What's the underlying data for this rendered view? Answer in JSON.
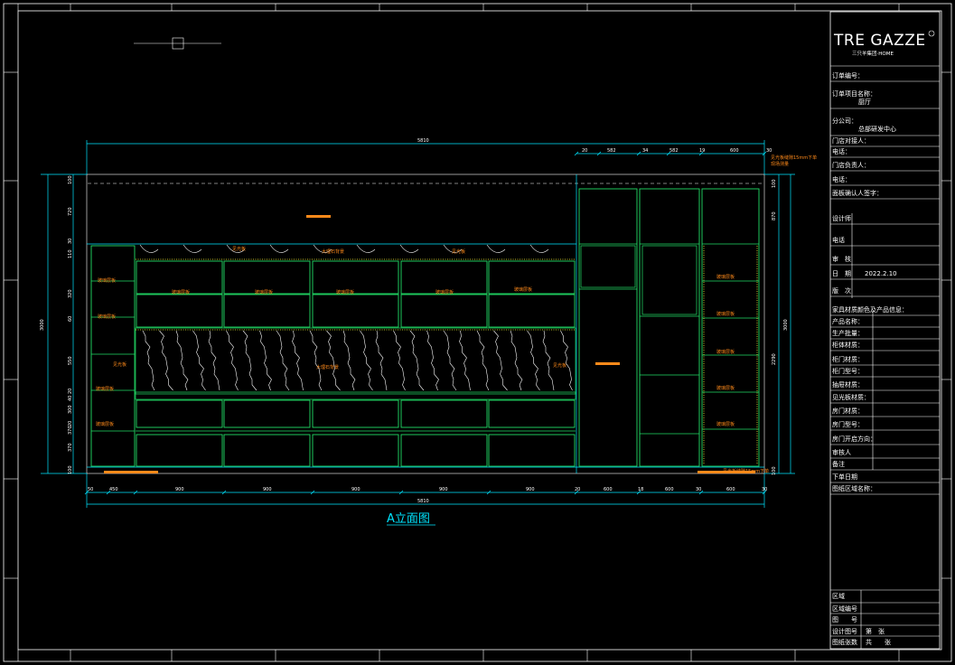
{
  "title_block": {
    "logo_main": "TRE GAZZE",
    "logo_sub": "三只羊集团·HOME",
    "fields": [
      {
        "label": "订单编号：",
        "value": ""
      },
      {
        "label": "订单项目名称：",
        "value": "厨厅"
      },
      {
        "label": "分公司：",
        "value": "总部研发中心"
      },
      {
        "label": "门店对接人：",
        "value": ""
      },
      {
        "label": "电话：",
        "value": ""
      },
      {
        "label": "门店负责人：",
        "value": ""
      },
      {
        "label": "电话：",
        "value": ""
      },
      {
        "label": "面板确认人签字：",
        "value": ""
      },
      {
        "label": "设计师",
        "value": ""
      },
      {
        "label": "电话",
        "value": ""
      },
      {
        "label": "审　核",
        "value": ""
      },
      {
        "label": "日　期",
        "value": "2022.2.10"
      },
      {
        "label": "版　次",
        "value": ""
      },
      {
        "label": "家具材质颜色及产品信息：",
        "value": ""
      },
      {
        "label": "产品名称：",
        "value": ""
      },
      {
        "label": "生产批量：",
        "value": ""
      },
      {
        "label": "柜体材质：",
        "value": ""
      },
      {
        "label": "柜门材质：",
        "value": ""
      },
      {
        "label": "柜门型号：",
        "value": ""
      },
      {
        "label": "抽屉材质：",
        "value": ""
      },
      {
        "label": "见光板材质：",
        "value": ""
      },
      {
        "label": "房门材质：",
        "value": ""
      },
      {
        "label": "房门型号：",
        "value": ""
      },
      {
        "label": "房门开启方向：",
        "value": ""
      },
      {
        "label": "审核人",
        "value": ""
      },
      {
        "label": "备注",
        "value": ""
      },
      {
        "label": "下单日期",
        "value": ""
      },
      {
        "label": "图纸区域名称：",
        "value": ""
      }
    ],
    "bottom_fields": [
      {
        "label": "区域",
        "value": ""
      },
      {
        "label": "区域编号",
        "value": ""
      },
      {
        "label": "图　　号",
        "value": ""
      },
      {
        "label": "设计图号",
        "value": "第　张"
      },
      {
        "label": "图纸张数",
        "value": "共　　张"
      }
    ]
  },
  "drawing": {
    "title": "A立面图",
    "labels": {
      "marble_top": "大理石背景",
      "marble_mid": "大理石背景",
      "tag_left": "见光板",
      "tag_right": "见光板",
      "right_note_1": "见光板缝隙15mm下单",
      "right_note_2": "现场测量",
      "bottom_left_tag": "",
      "bottom_right_tag": "见光板缝隙15mm下单",
      "shelf": "玻璃层板",
      "left_shelf_1": "玻璃层板",
      "left_shelf_2": "玻璃层板",
      "left_side": "见光板",
      "left_side2": "见光板",
      "left_bottom": "玻璃层板",
      "right_shelf": "玻璃层板"
    },
    "dims": {
      "total_top": "5810",
      "top_right": [
        "20",
        "582",
        "34",
        "582",
        "19",
        "600",
        "30"
      ],
      "bottom": [
        "50",
        "450",
        "900",
        "900",
        "900",
        "900",
        "900",
        "20",
        "600",
        "18",
        "600",
        "30",
        "600",
        "30"
      ],
      "total_bottom": "5810",
      "left_outer": "3000",
      "left": [
        "100",
        "720",
        "30",
        "110",
        "320",
        "60",
        "550",
        "20",
        "40",
        "300",
        "20",
        "370",
        "370",
        "100"
      ],
      "right_outer": "3000",
      "right": [
        "100",
        "870",
        "2290",
        "100"
      ]
    }
  }
}
